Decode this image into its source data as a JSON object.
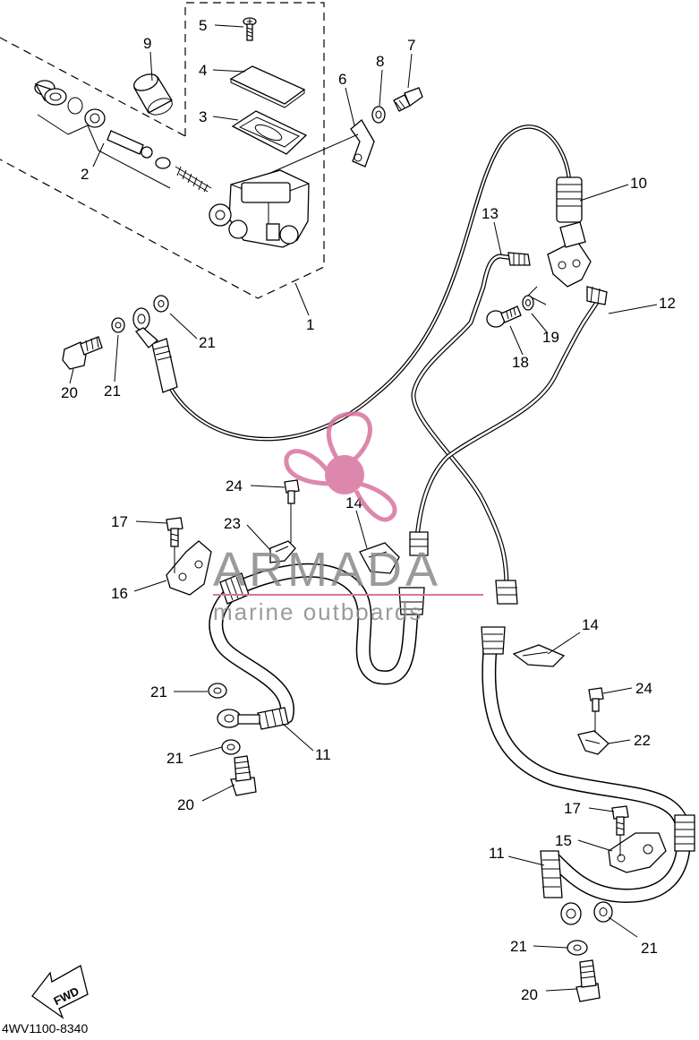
{
  "diagram": {
    "drawing_code": "4WV1100-8340",
    "fwd_label": "FWD"
  },
  "watermark": {
    "brand": "ARMADA",
    "tagline": "marine outboards",
    "color": "#d9739f"
  },
  "callouts": [
    {
      "id": "c1",
      "text": "1"
    },
    {
      "id": "c2",
      "text": "2"
    },
    {
      "id": "c3",
      "text": "3"
    },
    {
      "id": "c4",
      "text": "4"
    },
    {
      "id": "c5",
      "text": "5"
    },
    {
      "id": "c6",
      "text": "6"
    },
    {
      "id": "c7",
      "text": "7"
    },
    {
      "id": "c8",
      "text": "8"
    },
    {
      "id": "c9",
      "text": "9"
    },
    {
      "id": "c10",
      "text": "10"
    },
    {
      "id": "c11a",
      "text": "11"
    },
    {
      "id": "c11b",
      "text": "11"
    },
    {
      "id": "c12",
      "text": "12"
    },
    {
      "id": "c13",
      "text": "13"
    },
    {
      "id": "c14a",
      "text": "14"
    },
    {
      "id": "c14b",
      "text": "14"
    },
    {
      "id": "c15",
      "text": "15"
    },
    {
      "id": "c16",
      "text": "16"
    },
    {
      "id": "c17a",
      "text": "17"
    },
    {
      "id": "c17b",
      "text": "17"
    },
    {
      "id": "c18",
      "text": "18"
    },
    {
      "id": "c19",
      "text": "19"
    },
    {
      "id": "c20a",
      "text": "20"
    },
    {
      "id": "c20b",
      "text": "20"
    },
    {
      "id": "c20c",
      "text": "20"
    },
    {
      "id": "c21a",
      "text": "21"
    },
    {
      "id": "c21b",
      "text": "21"
    },
    {
      "id": "c21c",
      "text": "21"
    },
    {
      "id": "c21d",
      "text": "21"
    },
    {
      "id": "c21e",
      "text": "21"
    },
    {
      "id": "c21f",
      "text": "21"
    },
    {
      "id": "c22",
      "text": "22"
    },
    {
      "id": "c23",
      "text": "23"
    },
    {
      "id": "c24a",
      "text": "24"
    },
    {
      "id": "c24b",
      "text": "24"
    }
  ]
}
